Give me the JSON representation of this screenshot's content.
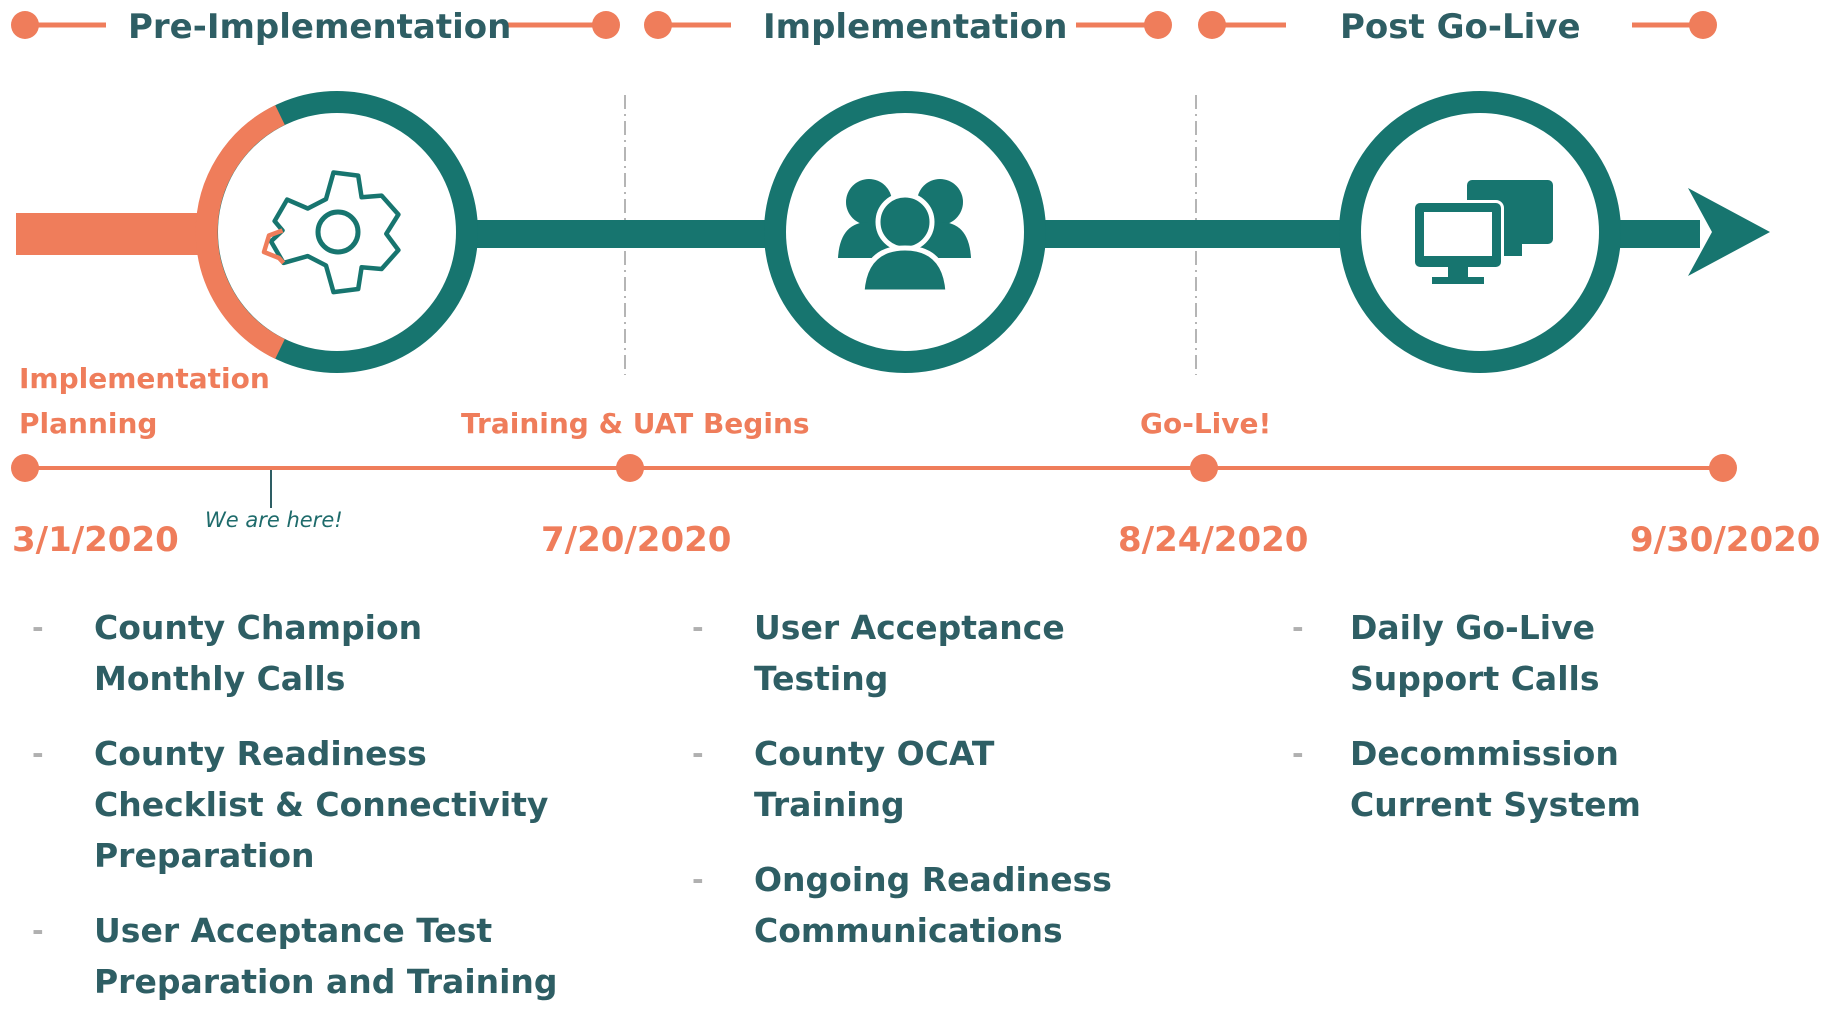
{
  "phases": [
    {
      "title": "Pre-Implementation"
    },
    {
      "title": "Implementation"
    },
    {
      "title": "Post Go-Live"
    }
  ],
  "milestones": [
    {
      "label_lines": [
        "Implementation",
        "Planning"
      ]
    },
    {
      "label_lines": [
        "Training & UAT Begins"
      ]
    },
    {
      "label_lines": [
        "Go-Live!"
      ]
    }
  ],
  "dates": [
    "3/1/2020",
    "7/20/2020",
    "8/24/2020",
    "9/30/2020"
  ],
  "current_marker": "We are here!",
  "task_columns": [
    {
      "items": [
        {
          "lines": [
            "County Champion",
            "Monthly Calls"
          ]
        },
        {
          "lines": [
            "County Readiness",
            "Checklist & Connectivity",
            "Preparation"
          ]
        },
        {
          "lines": [
            "User Acceptance Test",
            "Preparation and Training"
          ]
        }
      ]
    },
    {
      "items": [
        {
          "lines": [
            "User Acceptance",
            "Testing"
          ]
        },
        {
          "lines": [
            "County OCAT",
            "Training"
          ]
        },
        {
          "lines": [
            "Ongoing Readiness",
            "Communications"
          ]
        }
      ]
    },
    {
      "items": [
        {
          "lines": [
            "Daily Go-Live",
            "Support Calls"
          ]
        },
        {
          "lines": [
            "Decommission",
            "Current System"
          ]
        }
      ]
    }
  ],
  "icons": [
    "gear-icon",
    "users-icon",
    "monitors-icon"
  ],
  "colors": {
    "teal": "#17756f",
    "orange": "#ef7d5b",
    "text": "#2e5e64",
    "dash": "#b0b0b0"
  }
}
